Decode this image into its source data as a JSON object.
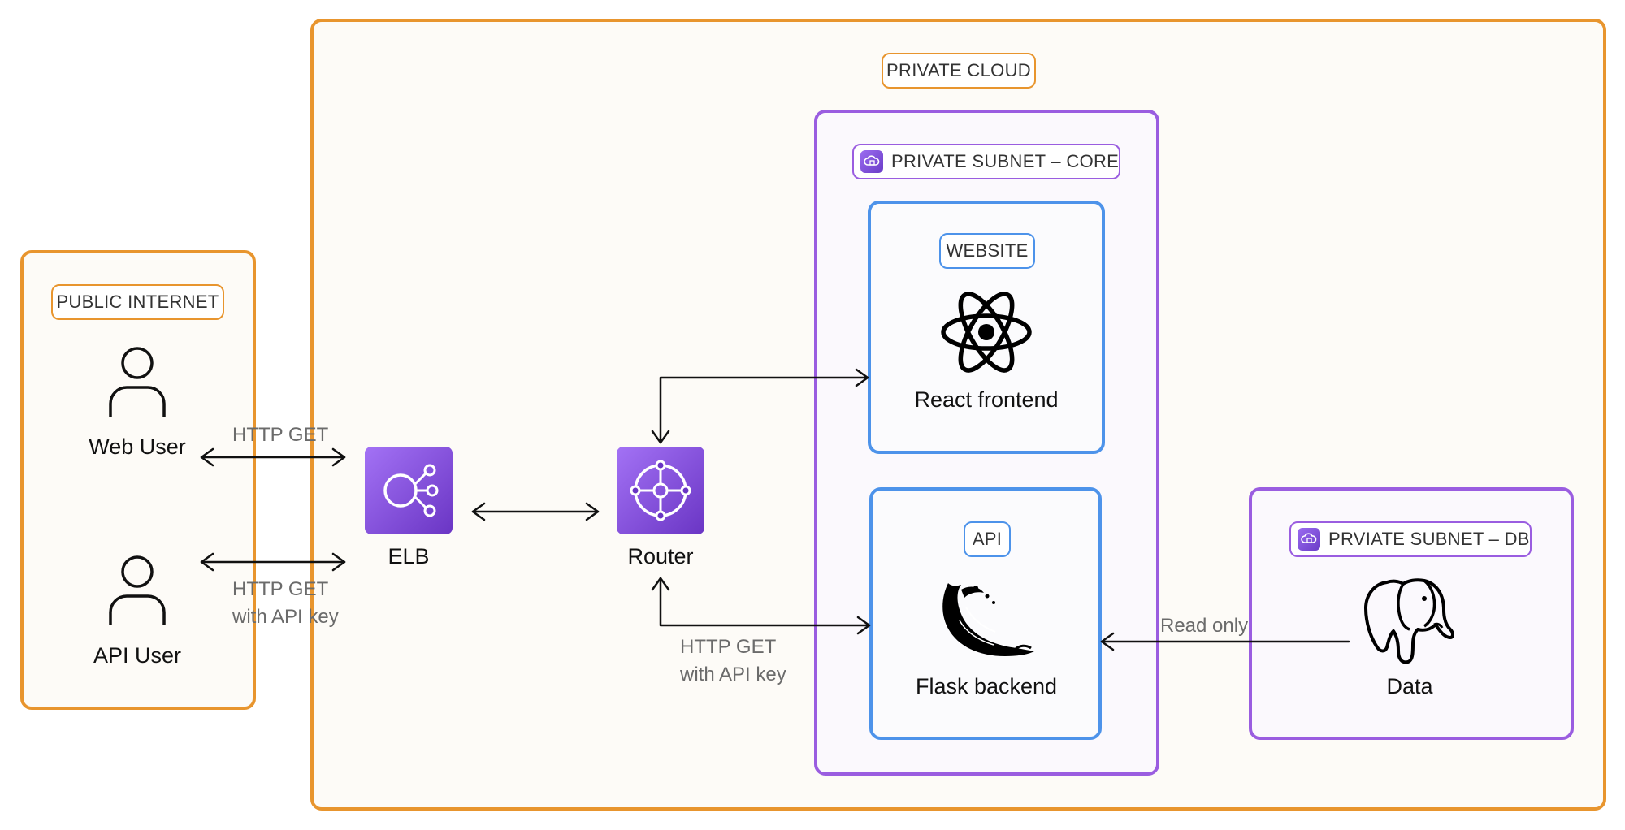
{
  "groups": {
    "public_internet": "PUBLIC INTERNET",
    "private_cloud": "PRIVATE CLOUD",
    "subnet_core": "PRIVATE SUBNET – CORE",
    "subnet_db": "PRVIATE SUBNET – DB",
    "website": "WEBSITE",
    "api": "API"
  },
  "nodes": {
    "web_user": "Web User",
    "api_user": "API User",
    "elb": "ELB",
    "router": "Router",
    "react": "React frontend",
    "flask": "Flask backend",
    "data": "Data"
  },
  "edges": {
    "web_http": "HTTP GET",
    "api_http_1": "HTTP GET",
    "api_http_2": "with API key",
    "router_api_1": "HTTP GET",
    "router_api_2": "with API key",
    "read_only": "Read only"
  },
  "colors": {
    "orange": "#e8952e",
    "purple": "#9a5de0",
    "blue": "#4d93ea"
  },
  "icons": {
    "users": "user-icon",
    "elb": "elastic-load-balancing-icon",
    "router": "router-icon",
    "react": "react-logo",
    "flask": "flask-logo",
    "data": "postgresql-elephant-logo",
    "subnet": "private-subnet-icon"
  }
}
